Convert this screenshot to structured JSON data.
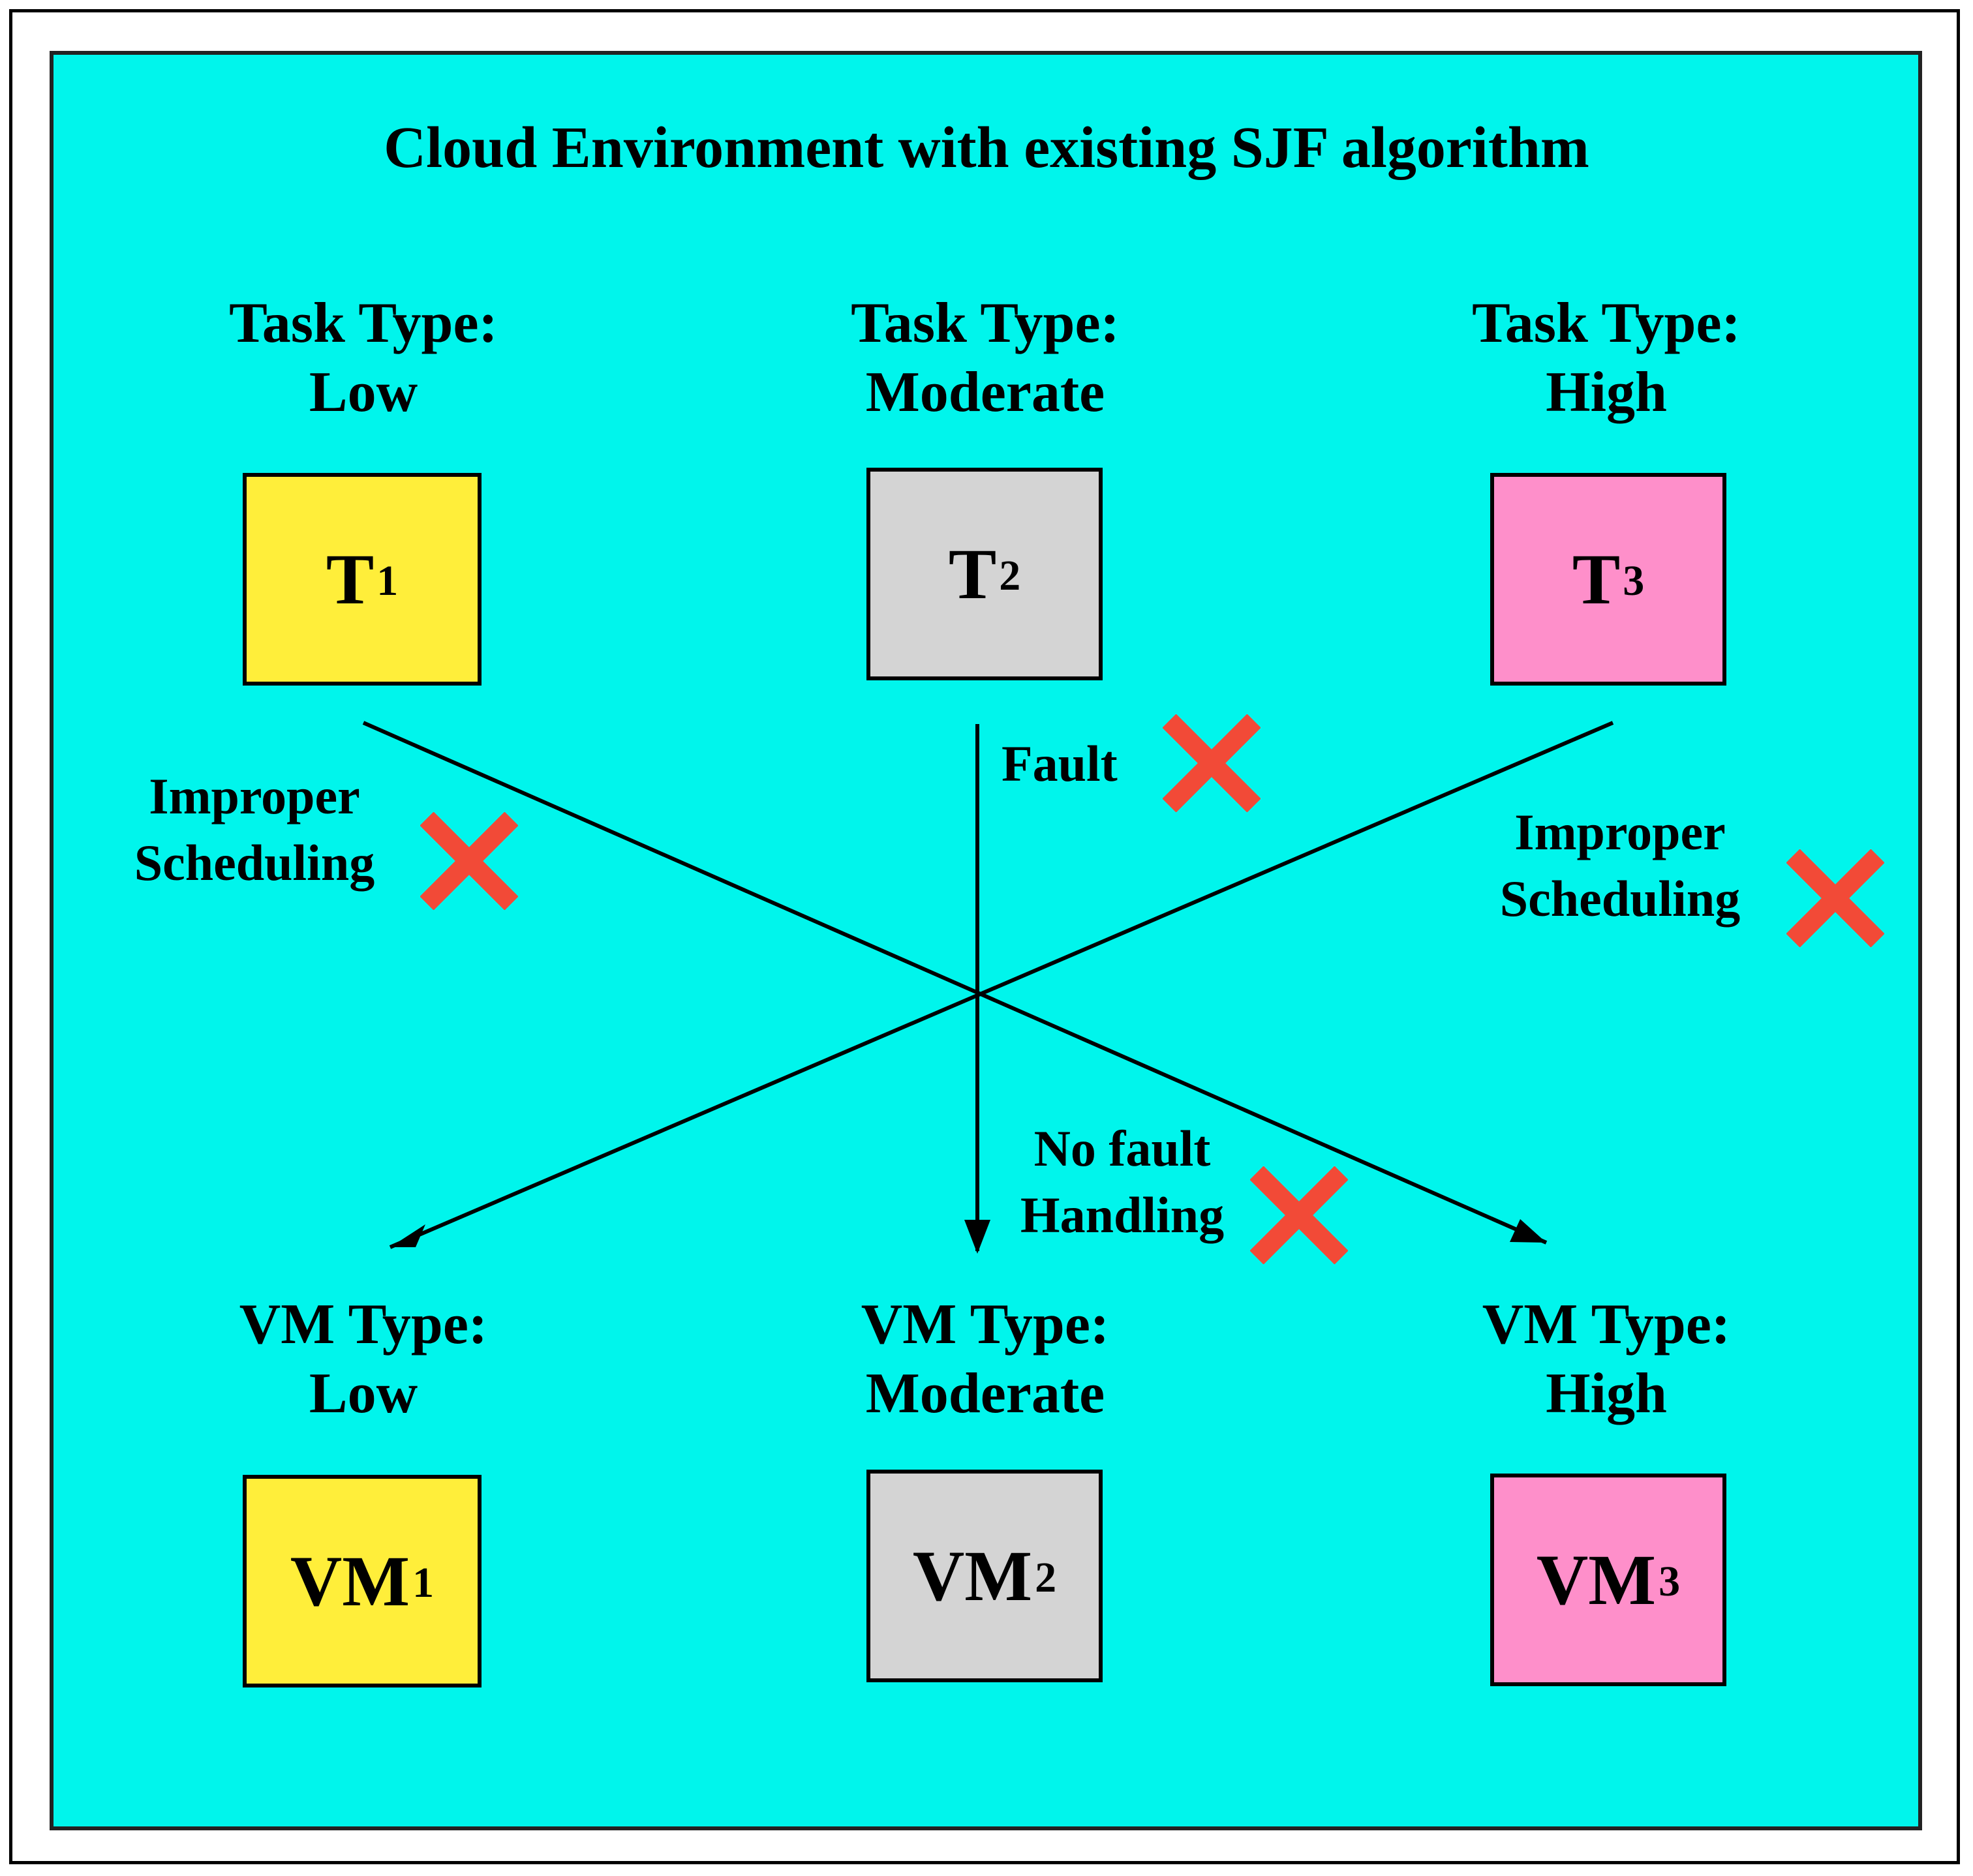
{
  "title": "Cloud Environment with existing SJF algorithm",
  "colors": {
    "background": "#00f5ec",
    "low": "#ffee3a",
    "moderate": "#d4d4d4",
    "high": "#fe8fca",
    "cross": "#f24a37",
    "line": "#000000"
  },
  "tasks": [
    {
      "type_label": "Task Type:",
      "type_value": "Low",
      "name": "T",
      "index": "1"
    },
    {
      "type_label": "Task Type:",
      "type_value": "Moderate",
      "name": "T",
      "index": "2"
    },
    {
      "type_label": "Task Type:",
      "type_value": "High",
      "name": "T",
      "index": "3"
    }
  ],
  "vms": [
    {
      "type_label": "VM Type:",
      "type_value": "Low",
      "name": "VM",
      "index": "1"
    },
    {
      "type_label": "VM Type:",
      "type_value": "Moderate",
      "name": "VM",
      "index": "2"
    },
    {
      "type_label": "VM Type:",
      "type_value": "High",
      "name": "VM",
      "index": "3"
    }
  ],
  "annotations": {
    "left": {
      "line1": "Improper",
      "line2": "Scheduling"
    },
    "fault": "Fault",
    "right": {
      "line1": "Improper",
      "line2": "Scheduling"
    },
    "center": {
      "line1": "No fault",
      "line2": "Handling"
    }
  },
  "icons": {
    "cross": "cross-icon",
    "arrow": "arrow-head-icon"
  }
}
